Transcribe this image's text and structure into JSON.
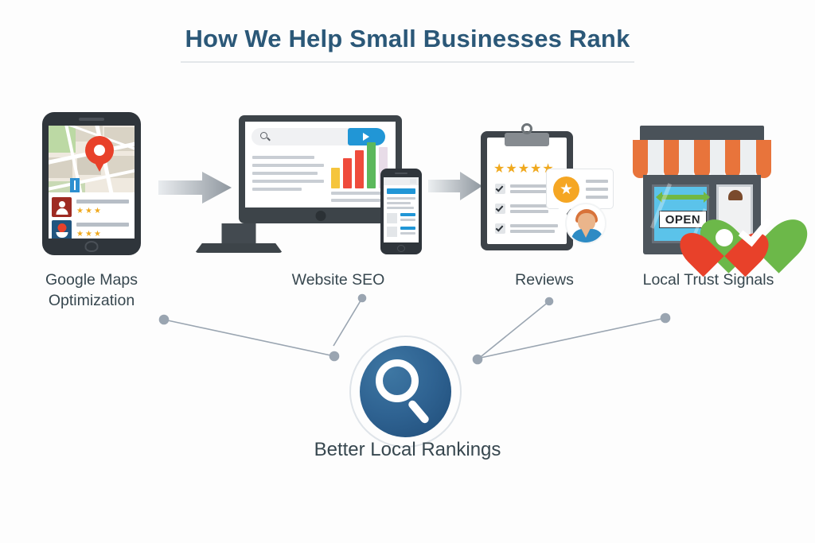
{
  "header": {
    "title": "How We Help Small Businesses Rank"
  },
  "colors": {
    "title": "#2b5878",
    "label": "#37474f",
    "accent_blue": "#2196d6",
    "hub_blue": "#2f6392",
    "star_orange": "#f0a91e",
    "badge_orange": "#f5a623",
    "red": "#e8412a",
    "green": "#6cb849",
    "awning_orange": "#e8743b",
    "connector": "#9aa5b1",
    "arrow": "#9aa1a8",
    "background": "#fdfdfd"
  },
  "steps": [
    {
      "id": "google-maps-optimization",
      "label": "Google Maps\nOptimization",
      "icon": "smartphone-map-pin-icon",
      "map": {
        "pin": "map-pin-marker",
        "secondary_marker": "blue-place-marker",
        "listings": [
          {
            "avatar": "person-avatar-icon",
            "stars": 3
          },
          {
            "avatar": "location-pin-avatar-icon",
            "stars": 3
          }
        ]
      }
    },
    {
      "id": "website-seo",
      "label": "Website SEO",
      "icon": "desktop-monitor-search-icon",
      "search_button": "play-search-icon",
      "chart": {
        "bars": [
          {
            "color": "#f5c53d",
            "height": 26
          },
          {
            "color": "#ef4b3c",
            "height": 38
          },
          {
            "color": "#ef4b3c",
            "height": 48
          },
          {
            "color": "#5cb85c",
            "height": 58
          },
          {
            "color": "#e8dce8",
            "height": 52
          }
        ]
      }
    },
    {
      "id": "reviews",
      "label": "Reviews",
      "icon": "clipboard-reviews-icon",
      "rating_stars": 5,
      "checklist_items": 3,
      "bubble": {
        "badge": "star-badge-icon",
        "lines": 3
      },
      "avatar": "customer-avatar-icon"
    },
    {
      "id": "local-trust-signals",
      "label": "Local Trust Signals",
      "icon": "storefront-icon",
      "sign_text": "OPEN",
      "trust_marks": [
        {
          "shape": "heart-check-icon",
          "color": "#6cb849"
        },
        {
          "shape": "heart-icon",
          "color": "#e8412a"
        }
      ]
    }
  ],
  "arrows": [
    {
      "id": "arrow-step1-to-step2",
      "from": "google-maps-optimization",
      "to": "website-seo",
      "icon": "arrow-right-icon"
    },
    {
      "id": "arrow-step2-to-step3",
      "from": "website-seo",
      "to": "reviews",
      "icon": "arrow-right-icon"
    }
  ],
  "hub": {
    "label": "Better Local Rankings",
    "icon": "magnifying-glass-icon"
  },
  "connectors": [
    {
      "from": "google-maps-optimization",
      "to": "hub"
    },
    {
      "from": "website-seo",
      "to": "hub"
    },
    {
      "from": "reviews",
      "to": "hub"
    },
    {
      "from": "local-trust-signals",
      "to": "hub"
    }
  ]
}
